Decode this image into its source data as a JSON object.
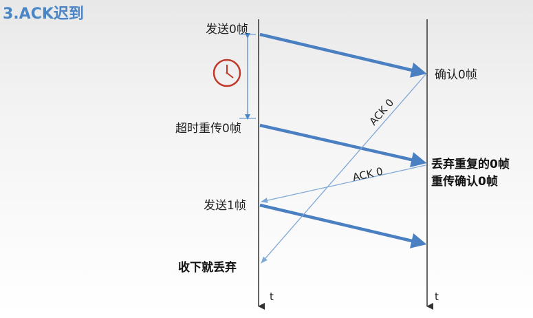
{
  "title": "3.ACK迟到",
  "sender": {
    "send0": "发送0帧",
    "timeout": "超时重传0帧",
    "send1": "发送1帧",
    "receive_discard": "收下就丢弃"
  },
  "receiver": {
    "confirm0": "确认0帧",
    "discard_dup_line1": "丢弃重复的0帧",
    "discard_dup_line2": "重传确认0帧"
  },
  "ack_labels": {
    "ack1": "ACK 0",
    "ack2": "ACK 0"
  },
  "axis_label": "t",
  "colors": {
    "frame_arrow": "#4a7fc1",
    "ack_line": "#7fa8d6",
    "timer": "#c0392b",
    "timeline": "#333333"
  },
  "icons": {
    "timer": "clock-icon"
  }
}
